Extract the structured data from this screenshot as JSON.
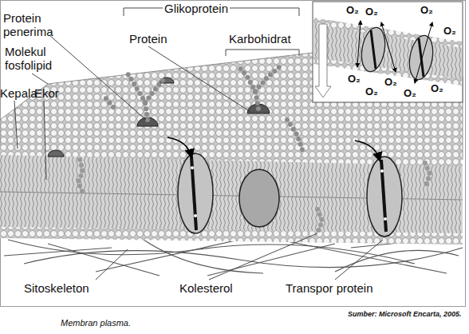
{
  "diagram": {
    "caption": "Membran plasma.",
    "labels": [
      "Glikoprotein",
      "Protein penerima",
      "Protein",
      "Karbohidrat",
      "Molekul fosfolipid",
      "Kepala",
      "Ekor",
      "O₂",
      "O₂",
      "O₂",
      "O₂",
      "O₂",
      "O₂",
      "O₂",
      "O₂",
      "O₂",
      "Sitoskeleton",
      "Kolesterol",
      "Transpor protein",
      "Sumber: Microsoft Encarta, 2005."
    ]
  }
}
